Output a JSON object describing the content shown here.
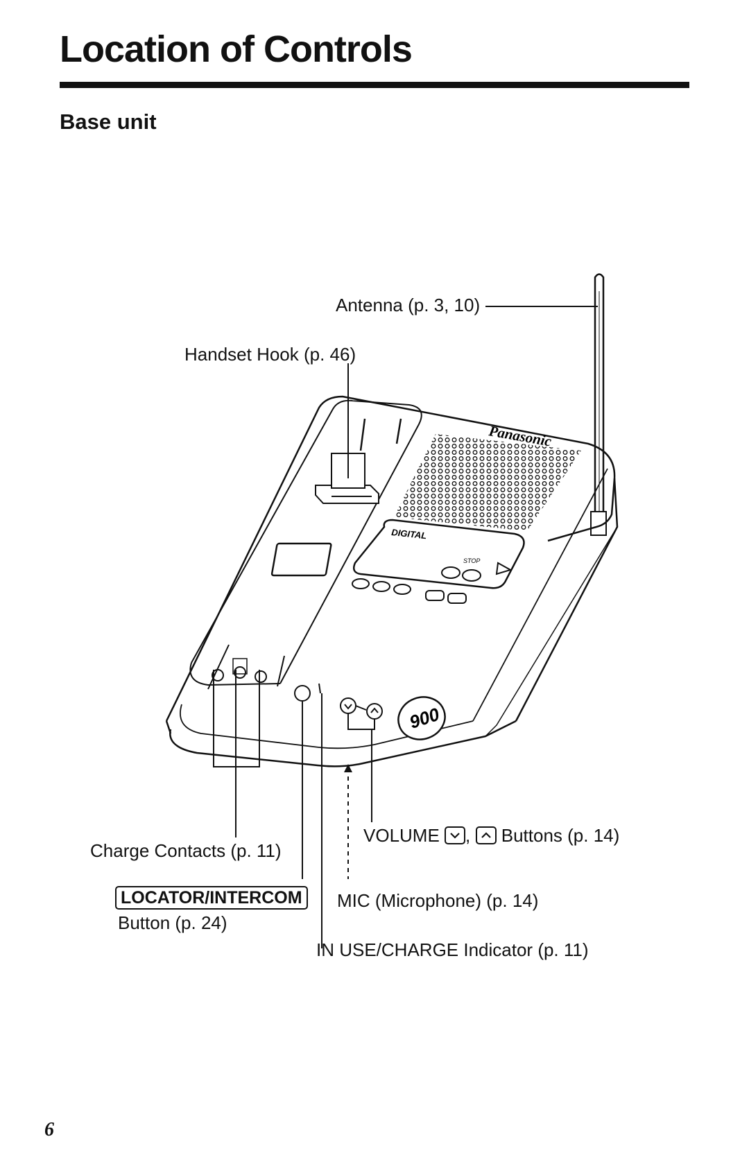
{
  "page": {
    "title": "Location of Controls",
    "section": "Base unit",
    "page_number": "6"
  },
  "labels": {
    "antenna": "Antenna (p. 3, 10)",
    "handset_hook": "Handset Hook (p. 46)",
    "charge_contacts": "Charge Contacts (p. 11)",
    "locator_key": "LOCATOR/INTERCOM",
    "locator_suffix": "Button (p. 24)",
    "volume_prefix": "VOLUME",
    "volume_sep": ",",
    "volume_suffix": "Buttons (p. 14)",
    "mic": "MIC (Microphone) (p. 14)",
    "in_use_charge": "IN USE/CHARGE Indicator (p. 11)"
  },
  "device": {
    "brand": "Panasonic",
    "display_badge": "DIGITAL",
    "stop_label": "STOP",
    "freq_badge": "900"
  }
}
